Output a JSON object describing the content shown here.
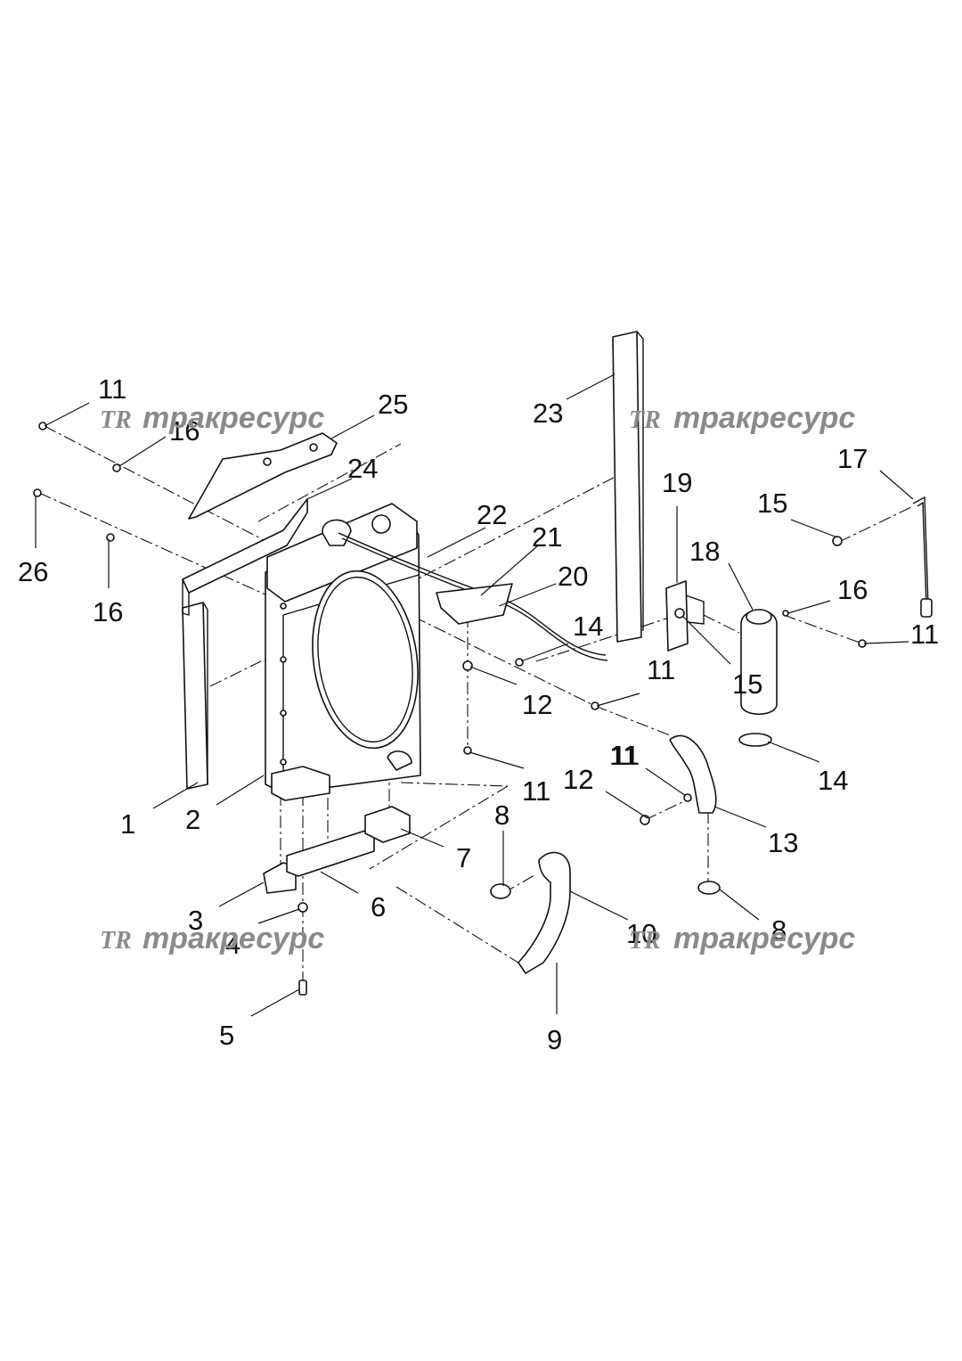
{
  "watermarks": [
    {
      "logo": "TR",
      "text": "тракресурс"
    },
    {
      "logo": "TR",
      "text": "тракресурс"
    },
    {
      "logo": "TR",
      "text": "тракресурс"
    },
    {
      "logo": "TR",
      "text": "тракресурс"
    }
  ],
  "callouts": [
    "11",
    "16",
    "25",
    "24",
    "26",
    "16",
    "1",
    "2",
    "3",
    "4",
    "5",
    "6",
    "7",
    "8",
    "9",
    "10",
    "11",
    "12",
    "11",
    "12",
    "14",
    "11",
    "22",
    "21",
    "20",
    "23",
    "19",
    "18",
    "15",
    "17",
    "16",
    "11",
    "15",
    "11",
    "14",
    "13",
    "12",
    "11",
    "8"
  ]
}
